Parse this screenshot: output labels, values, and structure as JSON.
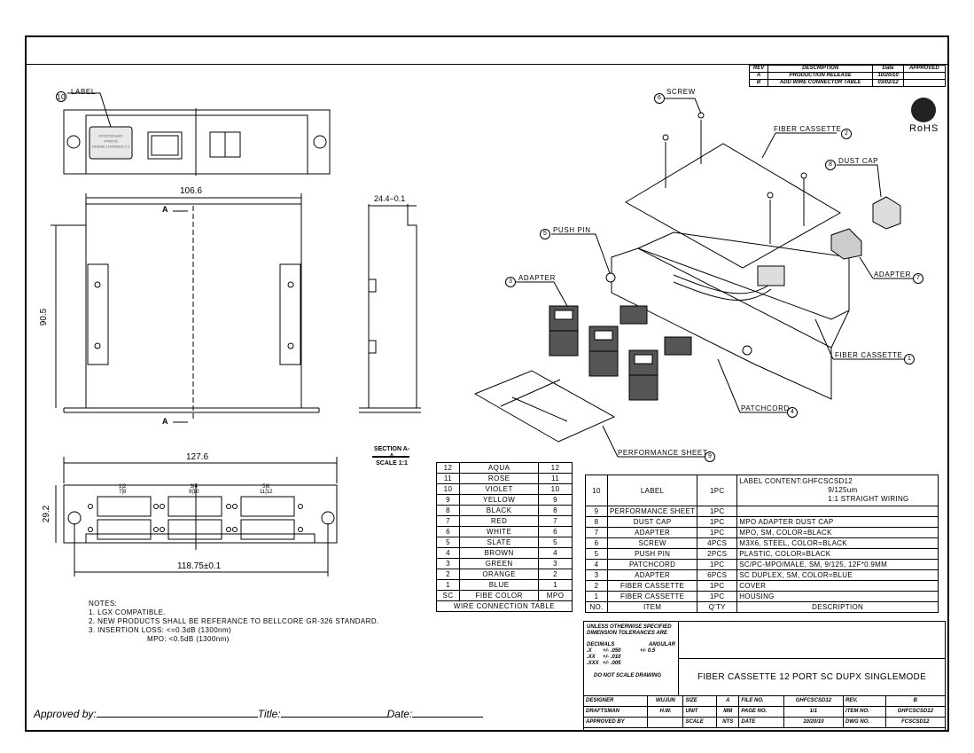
{
  "revision_table": {
    "headers": [
      "REV",
      "DESCRIPTION",
      "Date",
      "APPROVED"
    ],
    "rows": [
      [
        "A",
        "PRODUCTION RELEASE",
        "10/20/10",
        ""
      ],
      [
        "B",
        "ADD WIRE CONNECTOR TABLE",
        "03/02/12",
        ""
      ]
    ]
  },
  "rohs": "RoHS",
  "views": {
    "label_callout": {
      "num": "10",
      "text": "LABEL"
    },
    "label_content": [
      "1:1 STRAIGHT WIRING",
      "9/125um",
      "GHFCSCSD12"
    ],
    "front_width": "106.6",
    "front_height": "90.5",
    "section_marker": "A",
    "side_width": "24.4−0.1",
    "section_title": "SECTION A-A",
    "section_scale": "SCALE 1:1",
    "bottom_width": "127.6",
    "bottom_height": "29.2",
    "bottom_pitch": "118.75±0.1",
    "port_labels": [
      [
        "1|2",
        "7|8"
      ],
      [
        "3|4",
        "9|10"
      ],
      [
        "5|6",
        "11|12"
      ]
    ]
  },
  "callouts": [
    {
      "num": "6",
      "text": "SCREW"
    },
    {
      "num": "2",
      "text": "FIBER CASSETTE"
    },
    {
      "num": "8",
      "text": "DUST CAP"
    },
    {
      "num": "5",
      "text": "PUSH PIN"
    },
    {
      "num": "3",
      "text": "ADAPTER"
    },
    {
      "num": "7",
      "text": "ADAPTER"
    },
    {
      "num": "1",
      "text": "FIBER CASSETTE"
    },
    {
      "num": "4",
      "text": "PATCHCORD"
    },
    {
      "num": "9",
      "text": "PERFORMANCE SHEET"
    }
  ],
  "notes": {
    "title": "NOTES:",
    "items": [
      "1. LGX COMPATIBLE.",
      "2. NEW PRODUCTS SHALL BE REFERANCE TO BELLCORE GR-326 STANDARD.",
      "3. INSERTION LOSS: <=0.3dB (1300nm)",
      "MPO: <0.5dB (1300nm)"
    ]
  },
  "wire_table": {
    "rows": [
      [
        "12",
        "AQUA",
        "12"
      ],
      [
        "11",
        "ROSE",
        "11"
      ],
      [
        "10",
        "VIOLET",
        "10"
      ],
      [
        "9",
        "YELLOW",
        "9"
      ],
      [
        "8",
        "BLACK",
        "8"
      ],
      [
        "7",
        "RED",
        "7"
      ],
      [
        "6",
        "WHITE",
        "6"
      ],
      [
        "5",
        "SLATE",
        "5"
      ],
      [
        "4",
        "BROWN",
        "4"
      ],
      [
        "3",
        "GREEN",
        "3"
      ],
      [
        "2",
        "ORANGE",
        "2"
      ],
      [
        "1",
        "BLUE",
        "1"
      ]
    ],
    "header": [
      "SC",
      "FIBE COLOR",
      "MPO"
    ],
    "title": "WIRE CONNECTION TABLE"
  },
  "bom": {
    "first": {
      "no": "10",
      "item": "LABEL",
      "qty": "1PC",
      "desc": [
        "LABEL CONTENT:GHFCSCSD12",
        "9/125um",
        "1:1 STRAIGHT WIRING"
      ]
    },
    "rows": [
      [
        "9",
        "PERFORMANCE SHEET",
        "1PC",
        ""
      ],
      [
        "8",
        "DUST CAP",
        "1PC",
        "MPO ADAPTER DUST CAP"
      ],
      [
        "7",
        "ADAPTER",
        "1PC",
        "MPO, SM, COLOR=BLACK"
      ],
      [
        "6",
        "SCREW",
        "4PCS",
        "M3X6, STEEL, COLOR=BLACK"
      ],
      [
        "5",
        "PUSH PIN",
        "2PCS",
        "PLASTIC, COLOR=BLACK"
      ],
      [
        "4",
        "PATCHCORD",
        "1PC",
        "SC/PC-MPO/MALE, SM, 9/125, 12F*0.9MM"
      ],
      [
        "3",
        "ADAPTER",
        "6PCS",
        "SC DUPLEX, SM, COLOR=BLUE"
      ],
      [
        "2",
        "FIBER CASSETTE",
        "1PC",
        "COVER"
      ],
      [
        "1",
        "FIBER CASSETTE",
        "1PC",
        "HOUSING"
      ]
    ],
    "header": [
      "NO.",
      "ITEM",
      "Q'TY",
      "DESCRIPTION"
    ]
  },
  "title_block": {
    "tolerance_lines": [
      "UNLESS OTHERWISE SPECIFIED",
      "DIMENSION TOLERANCES ARE"
    ],
    "decimals": "DECIMALS",
    "angular": "ANGULAR",
    "tol": [
      [
        ".X",
        "+/- .050",
        "+/- 0.5"
      ],
      [
        ".XX",
        "+/- .010",
        ""
      ],
      [
        ".XXX",
        "+/- .005",
        ""
      ]
    ],
    "no_scale": "DO NOT SCALE DRAWING",
    "title": "FIBER CASSETTE 12 PORT SC DUPX SINGLEMODE",
    "rows": [
      [
        "DESIGNER",
        "WUJUN",
        "SIZE",
        "A",
        "FILE NO.",
        "GHFCSCSD12",
        "REV.",
        "B"
      ],
      [
        "DRAFTSMAN",
        "H.W.",
        "UNIT",
        "MM",
        "PAGE NO.",
        "1/1",
        "ITEM NO.",
        "GHFCSCSD12"
      ],
      [
        "APPROVED BY",
        "",
        "SCALE",
        "NTS",
        "DATE",
        "10/20/10",
        "DWG NO.",
        "FCSCSD12"
      ]
    ]
  },
  "approval_line": {
    "approved": "Approved by:",
    "title": "Title:",
    "date": "Date:"
  }
}
